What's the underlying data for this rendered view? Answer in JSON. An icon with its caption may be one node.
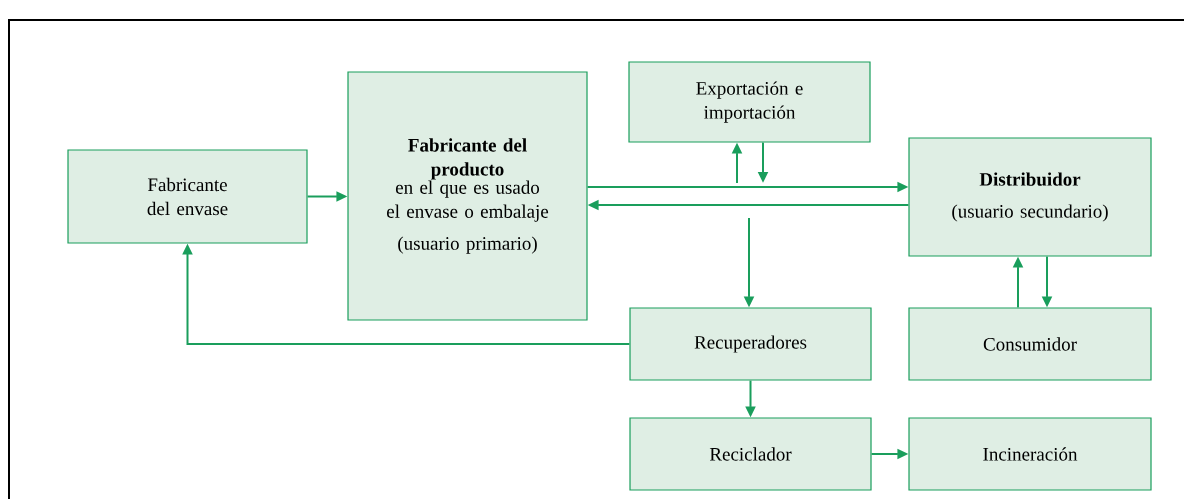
{
  "diagram": {
    "nodes": [
      {
        "text": [
          "Fabricante del envase"
        ]
      },
      {
        "text": [
          "Fabricante del producto",
          "en el que es usado el envase o embalaje",
          "(usuario primario)"
        ]
      },
      {
        "text": [
          "Exportación e importación"
        ]
      },
      {
        "text": [
          "Distribuidor",
          "(usuario secundario)"
        ]
      },
      {
        "text": [
          "Recuperadores"
        ]
      },
      {
        "text": [
          "Consumidor"
        ]
      },
      {
        "text": [
          "Reciclador"
        ]
      },
      {
        "text": [
          "Incineración"
        ]
      }
    ],
    "edges": [
      {
        "from": 0,
        "to": 1,
        "arrow": "to"
      },
      {
        "from": 1,
        "to": 3,
        "arrow": "to"
      },
      {
        "from": 3,
        "to": 1,
        "arrow": "to"
      },
      {
        "from": null,
        "to": 2,
        "arrow": "to"
      },
      {
        "from": 2,
        "to": null,
        "arrow": "to"
      },
      {
        "from": null,
        "to": 4,
        "arrow": "to"
      },
      {
        "from": 4,
        "to": 0,
        "arrow": "to"
      },
      {
        "from": 4,
        "to": 6,
        "arrow": "to"
      },
      {
        "from": 6,
        "to": 7,
        "arrow": "to"
      },
      {
        "from": 5,
        "to": 3,
        "arrow": "to"
      },
      {
        "from": 3,
        "to": 5,
        "arrow": "to"
      }
    ]
  }
}
